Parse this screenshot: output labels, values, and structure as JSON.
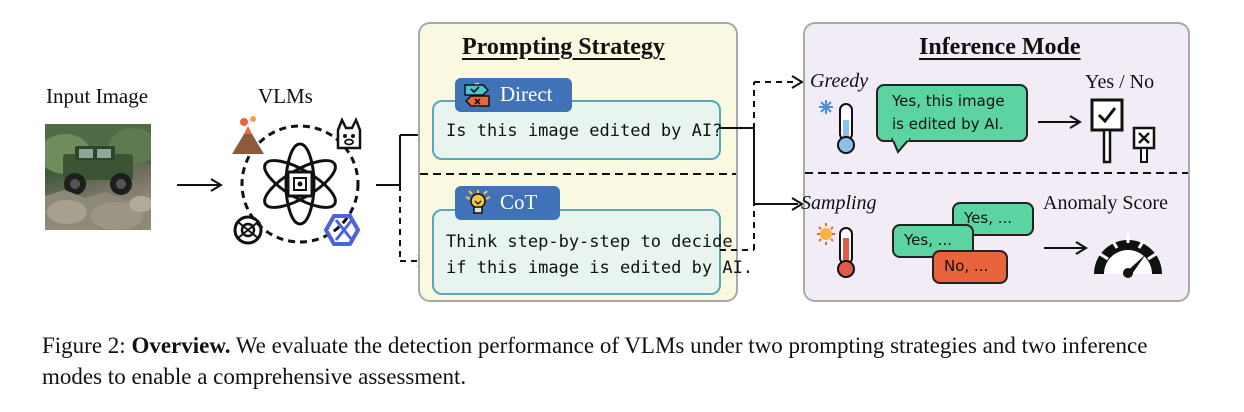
{
  "labels": {
    "input_image": "Input Image",
    "vlms": "VLMs"
  },
  "prompting": {
    "title": "Prompting Strategy",
    "direct": {
      "tag": "Direct",
      "prompt": "Is this image edited by AI?"
    },
    "cot": {
      "tag": "CoT",
      "prompt_line1": "Think step-by-step to decide",
      "prompt_line2": "if this image is edited by AI."
    }
  },
  "inference": {
    "title": "Inference Mode",
    "greedy": {
      "label": "Greedy",
      "response_line1": "Yes, this image",
      "response_line2": "is edited by AI.",
      "output": "Yes / No"
    },
    "sampling": {
      "label": "Sampling",
      "responses": [
        "Yes, ...",
        "Yes, ...",
        "No, ..."
      ],
      "output": "Anomaly Score"
    }
  },
  "caption": {
    "lead": "Figure 2: ",
    "bold": "Overview.",
    "text": " We evaluate the detection performance of VLMs under two prompting strategies and two inference modes to enable a comprehensive assessment."
  },
  "colors": {
    "prompt_panel_bg": "#f9f8e0",
    "infer_panel_bg": "#f1ecf6",
    "tag_blue": "#3f72b6",
    "prompt_box_bg": "#e7f5ee",
    "prompt_box_border": "#59a8b9",
    "bubble_green": "#5cd4a2",
    "bubble_red": "#e8643c"
  },
  "icons": [
    "volcano-icon",
    "llama-icon",
    "openai-icon",
    "brand-star-icon",
    "atom-chip-icon",
    "signpost-icon",
    "lightbulb-icon",
    "cold-thermometer-icon",
    "hot-thermometer-icon",
    "check-sign-icon",
    "cross-sign-icon",
    "gauge-icon"
  ]
}
